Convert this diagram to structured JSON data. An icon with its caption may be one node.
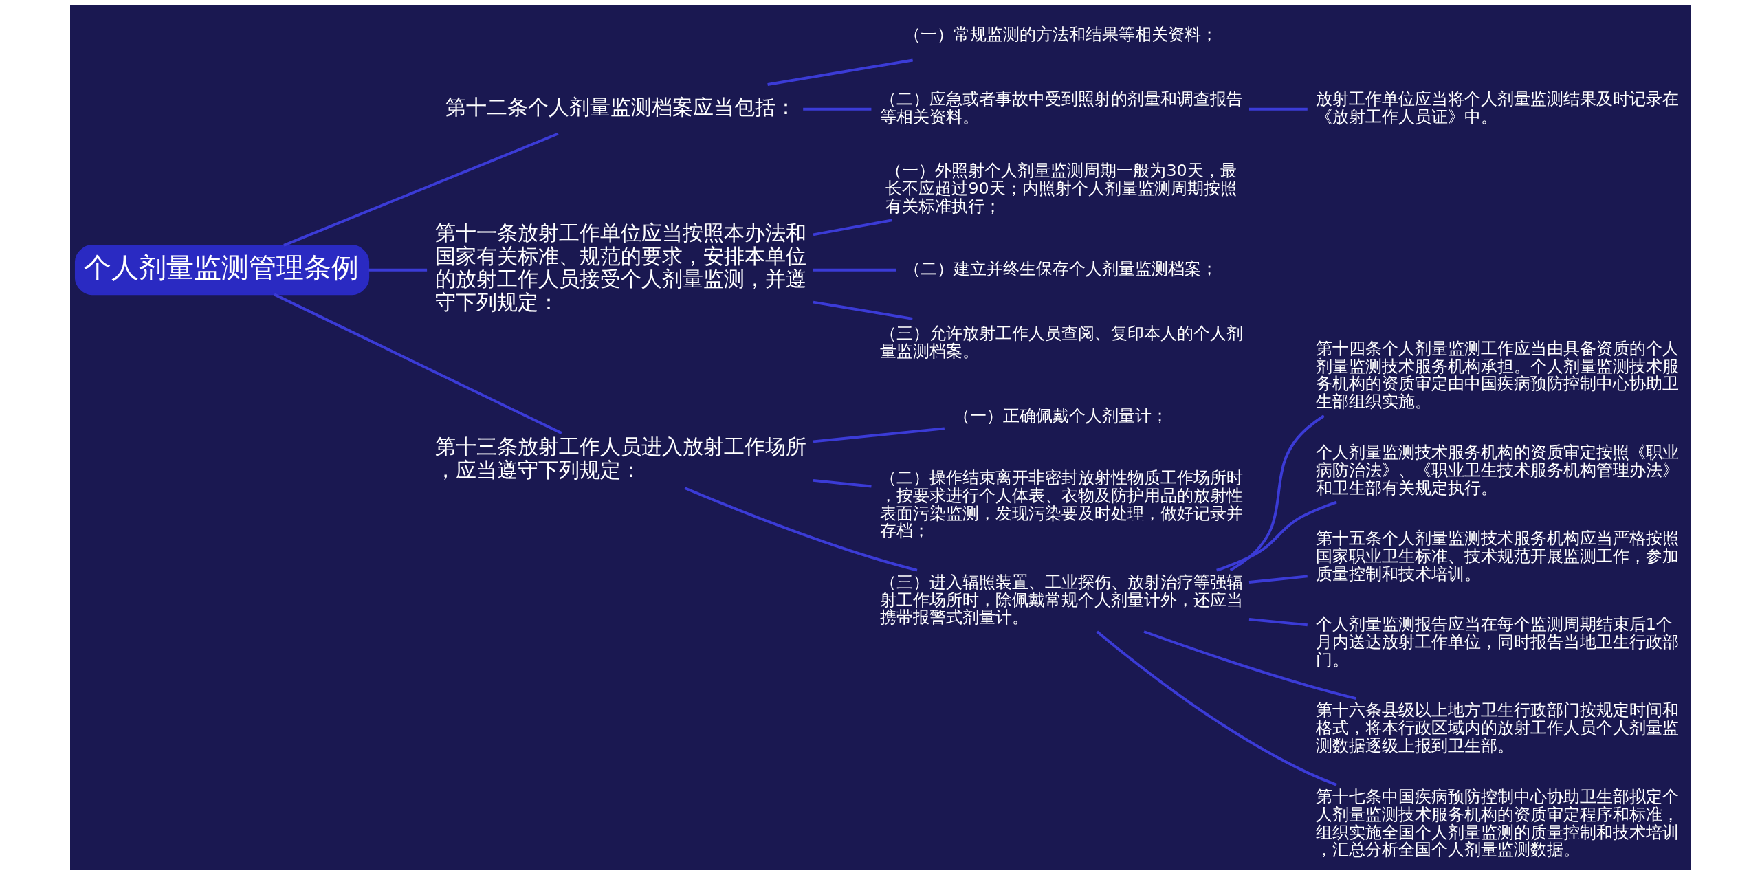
{
  "diagram": {
    "nodes": [
      {
        "text": [
          "个人剂量监测管理条例"
        ]
      },
      {
        "text": [
          "第十二条个人剂量监测档案应当包括："
        ]
      },
      {
        "text": [
          "（一）常规监测的方法和结果等相关资料；"
        ]
      },
      {
        "text": [
          "（二）应急或者事故中受到照射的剂量和调查报告等相关资料。"
        ]
      },
      {
        "text": [
          "放射工作单位应当将个人剂量监测结果及时记录在《放射工作人员证》中。"
        ]
      },
      {
        "text": [
          "第十一条放射工作单位应当按照本办法和国家有关标准、规范的要求，安排本单位的放射工作人员接受个人剂量监测，并遵守下列规定："
        ]
      },
      {
        "text": [
          "（一）外照射个人剂量监测周期一般为30天，最长不应超过90天；内照射个人剂量监测周期按照有关标准执行；"
        ]
      },
      {
        "text": [
          "（二）建立并终生保存个人剂量监测档案；"
        ]
      },
      {
        "text": [
          "（三）允许放射工作人员查阅、复印本人的个人剂量监测档案。"
        ]
      },
      {
        "text": [
          "第十三条放射工作人员进入放射工作场所，应当遵守下列规定："
        ]
      },
      {
        "text": [
          "（一）正确佩戴个人剂量计；"
        ]
      },
      {
        "text": [
          "（二）操作结束离开非密封放射性物质工作场所时，按要求进行个人体表、衣物及防护用品的放射性表面污染监测，发现污染要及时处理，做好记录并存档；"
        ]
      },
      {
        "text": [
          "（三）进入辐照装置、工业探伤、放射治疗等强辐射工作场所时，除佩戴常规个人剂量计外，还应当携带报警式剂量计。"
        ]
      },
      {
        "text": [
          "第十四条个人剂量监测工作应当由具备资质的个人剂量监测技术服务机构承担。个人剂量监测技术服务机构的资质审定由中国疾病预防控制中心协助卫生部组织实施。"
        ]
      },
      {
        "text": [
          "个人剂量监测技术服务机构的资质审定按照《职业病防治法》、《职业卫生技术服务机构管理办法》和卫生部有关规定执行。"
        ]
      },
      {
        "text": [
          "第十五条个人剂量监测技术服务机构应当严格按照国家职业卫生标准、技术规范开展监测工作，参加质量控制和技术培训。"
        ]
      },
      {
        "text": [
          "个人剂量监测报告应当在每个监测周期结束后1个月内送达放射工作单位，同时报告当地卫生行政部门。"
        ]
      },
      {
        "text": [
          "第十六条县级以上地方卫生行政部门按规定时间和格式，将本行政区域内的放射工作人员个人剂量监测数据逐级上报到卫生部。"
        ]
      },
      {
        "text": [
          "第十七条中国疾病预防控制中心协助卫生部拟定个人剂量监测技术服务机构的资质审定程序和标准，组织实施全国个人剂量监测的质量控制和技术培训，汇总分析全国个人剂量监测数据。"
        ]
      }
    ],
    "edges": [
      {
        "from": 0,
        "to": 1,
        "arrow": "none"
      },
      {
        "from": 1,
        "to": 2,
        "arrow": "none"
      },
      {
        "from": 1,
        "to": 3,
        "arrow": "none"
      },
      {
        "from": 3,
        "to": 4,
        "arrow": "none"
      },
      {
        "from": 0,
        "to": 5,
        "arrow": "none"
      },
      {
        "from": 5,
        "to": 6,
        "arrow": "none"
      },
      {
        "from": 5,
        "to": 7,
        "arrow": "none"
      },
      {
        "from": 5,
        "to": 8,
        "arrow": "none"
      },
      {
        "from": 0,
        "to": 9,
        "arrow": "none"
      },
      {
        "from": 9,
        "to": 10,
        "arrow": "none"
      },
      {
        "from": 9,
        "to": 11,
        "arrow": "none"
      },
      {
        "from": 9,
        "to": 12,
        "arrow": "none"
      },
      {
        "from": 12,
        "to": 13,
        "arrow": "none"
      },
      {
        "from": 12,
        "to": 14,
        "arrow": "none"
      },
      {
        "from": 12,
        "to": 15,
        "arrow": "none"
      },
      {
        "from": 12,
        "to": 16,
        "arrow": "none"
      },
      {
        "from": 12,
        "to": 17,
        "arrow": "none"
      },
      {
        "from": 12,
        "to": 18,
        "arrow": "none"
      }
    ]
  }
}
